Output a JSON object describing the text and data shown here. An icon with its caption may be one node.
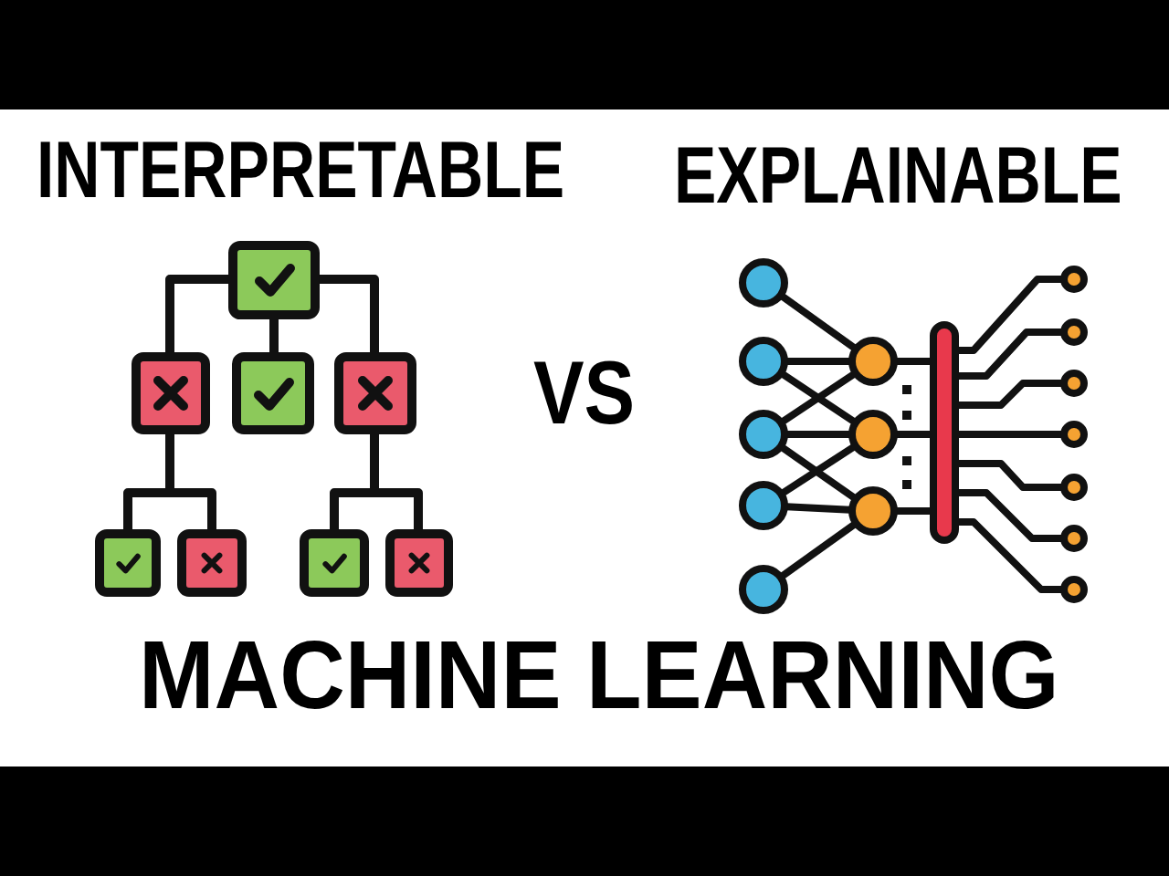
{
  "diagram": {
    "labels": [
      "INTERPRETABLE",
      "EXPLAINABLE",
      "VS",
      "MACHINE LEARNING"
    ]
  }
}
